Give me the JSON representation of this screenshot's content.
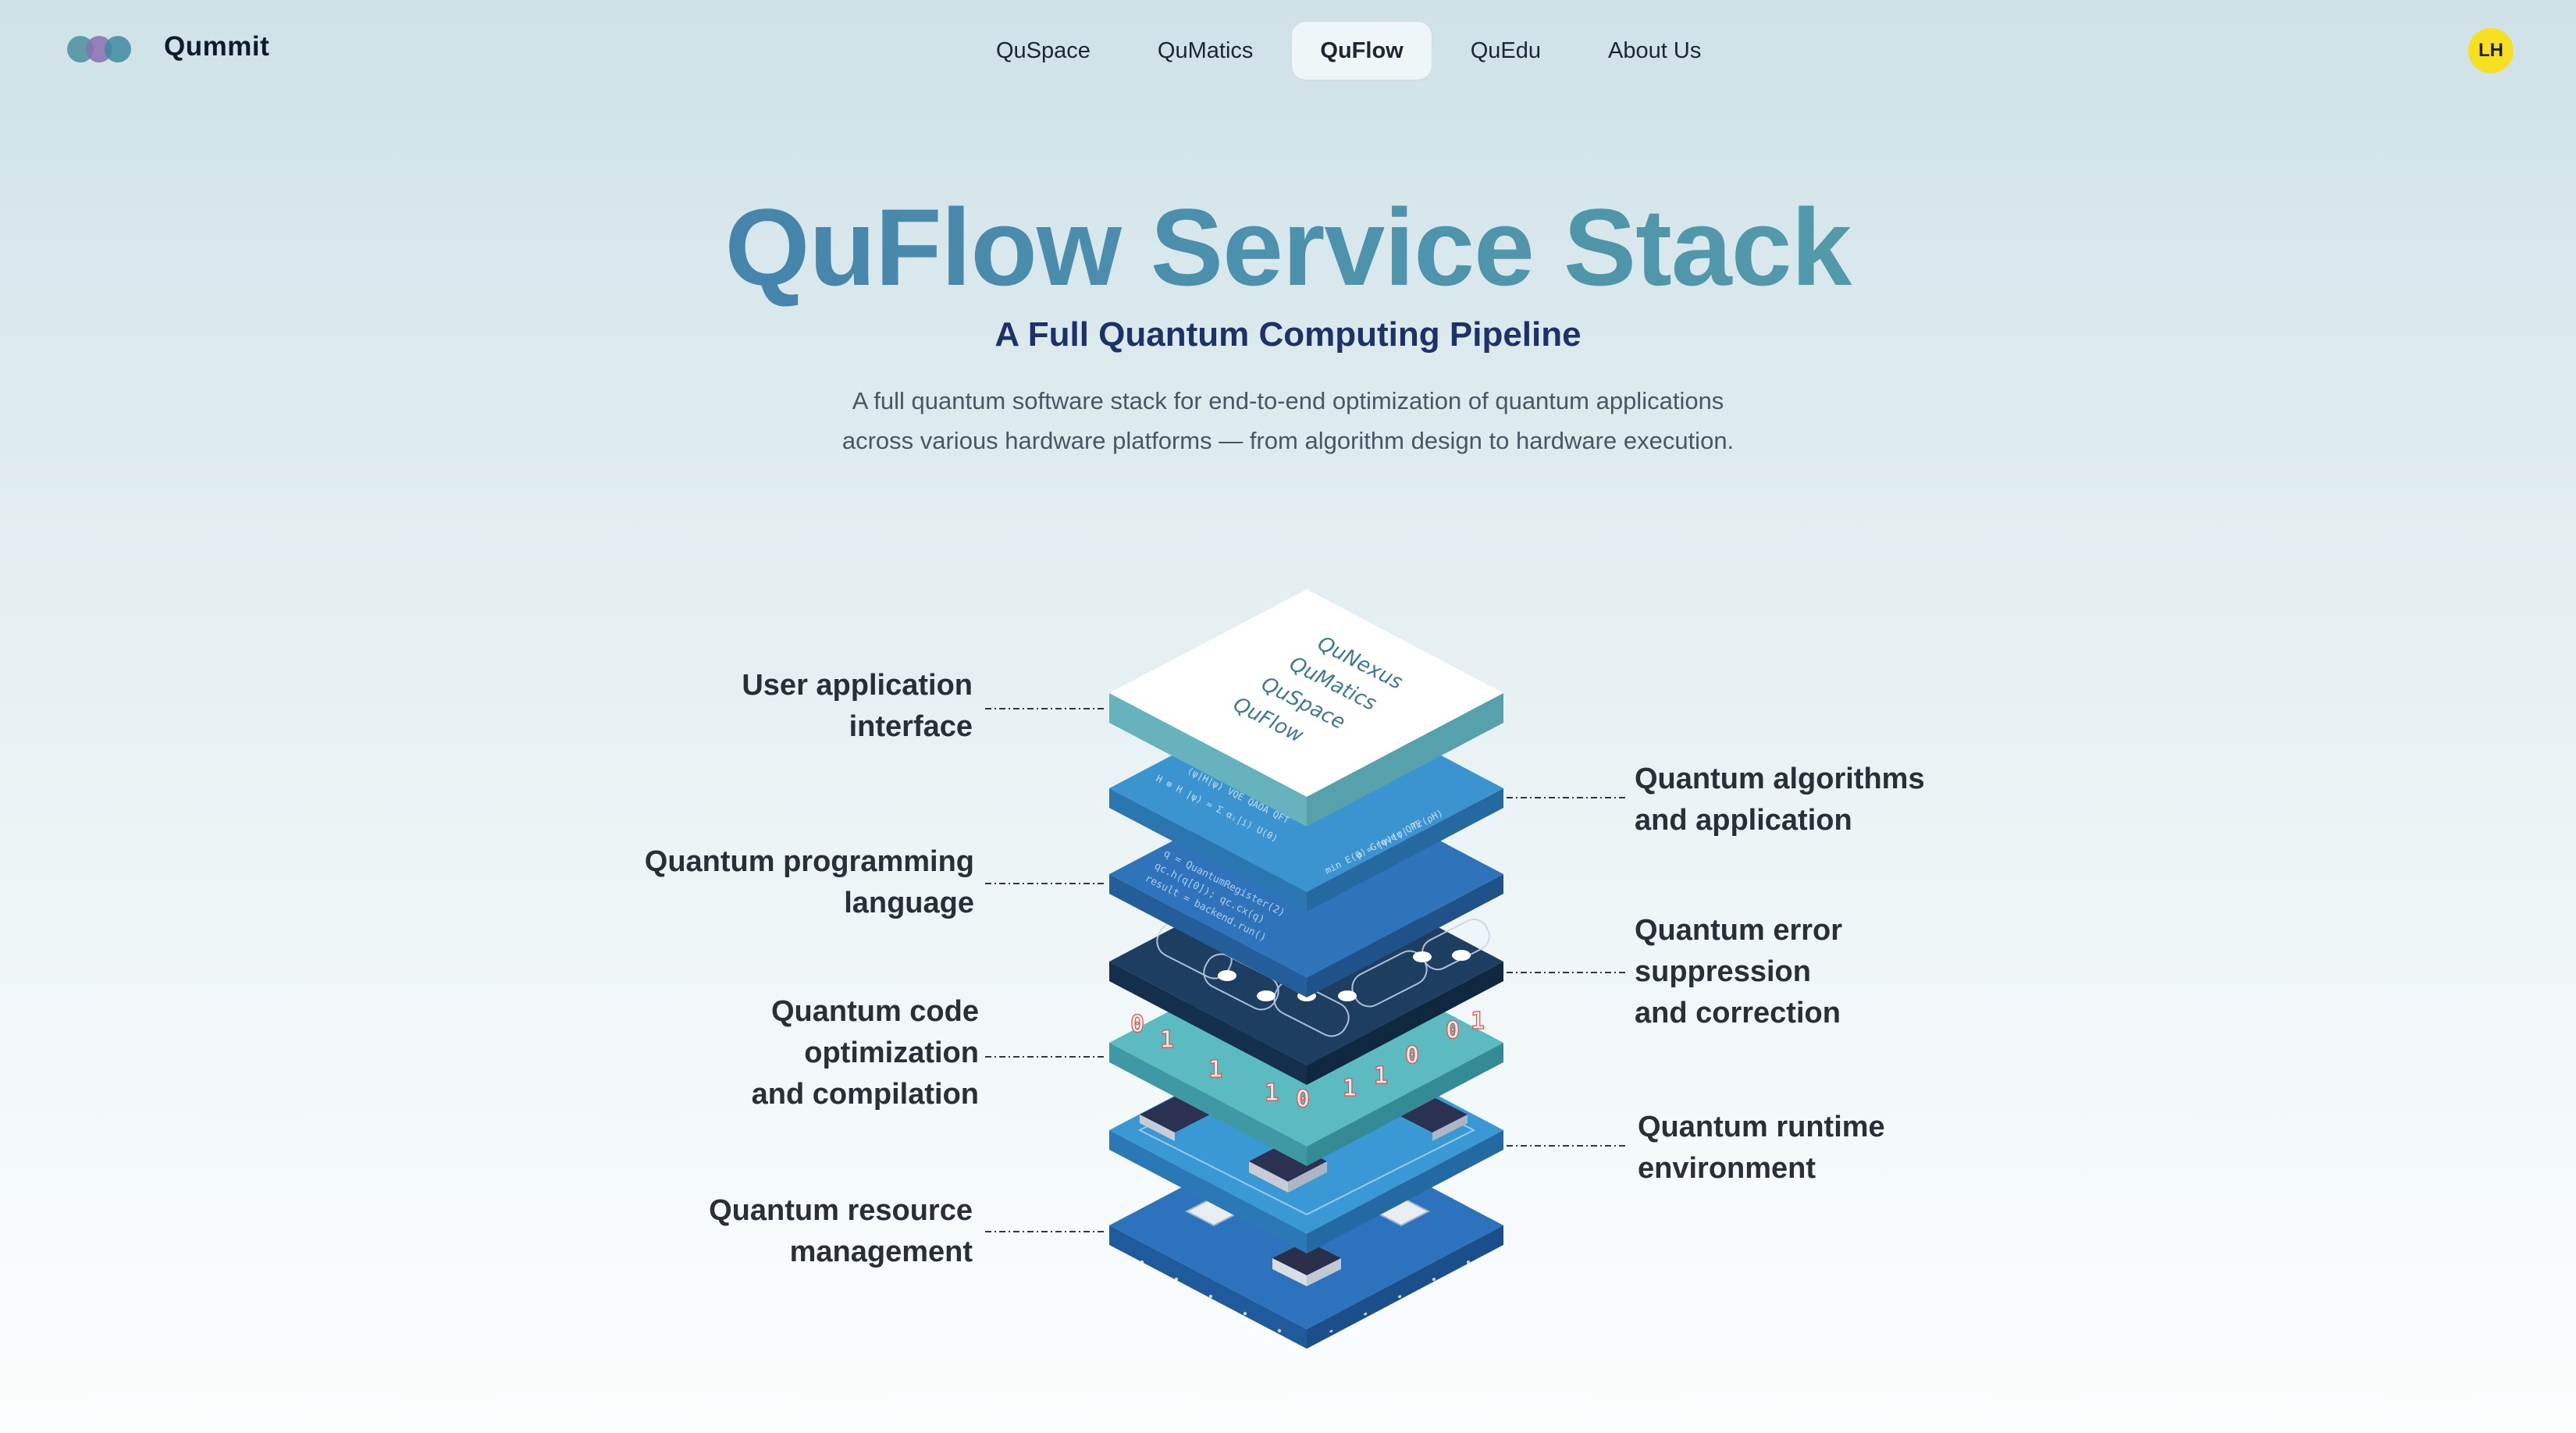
{
  "nav": {
    "brand": "Qummit",
    "items": [
      {
        "label": "QuSpace",
        "active": false
      },
      {
        "label": "QuMatics",
        "active": false
      },
      {
        "label": "QuFlow",
        "active": true
      },
      {
        "label": "QuEdu",
        "active": false
      },
      {
        "label": "About Us",
        "active": false
      }
    ],
    "avatar_initials": "LH",
    "logo_colors": [
      "#4a8f9b",
      "#8a6fb0",
      "#3f8aa0"
    ]
  },
  "hero": {
    "title": "QuFlow Service Stack",
    "subtitle": "A Full Quantum Computing Pipeline",
    "description": "A full quantum software stack for end-to-end optimization of quantum applications across various hardware platforms — from algorithm design to hardware execution."
  },
  "stack": {
    "top_layer_products": [
      "QuNexus",
      "QuMatics",
      "QuSpace",
      "QuFlow"
    ],
    "left_labels": [
      {
        "lines": [
          "User application",
          "interface"
        ]
      },
      {
        "lines": [
          "Quantum programming",
          "language"
        ]
      },
      {
        "lines": [
          "Quantum code",
          "optimization",
          "and compilation"
        ]
      },
      {
        "lines": [
          "Quantum resource",
          "management"
        ]
      }
    ],
    "right_labels": [
      {
        "lines": [
          "Quantum algorithms",
          "and application"
        ]
      },
      {
        "lines": [
          "Quantum error",
          "suppression",
          "and correction"
        ]
      },
      {
        "lines": [
          "Quantum runtime",
          "environment"
        ]
      }
    ],
    "layer_colors": {
      "white": "#ffffff",
      "teal": "#63b2bd",
      "light_blue": "#3b93cf",
      "mid_blue": "#2b6fb3",
      "navy": "#1c3d5f",
      "aqua": "#5cb9c0",
      "blue": "#2f7dc4",
      "deep_blue": "#2361a8"
    }
  }
}
